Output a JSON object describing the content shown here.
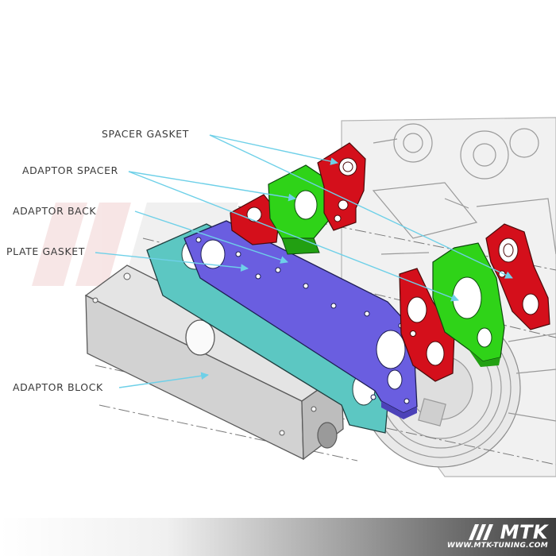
{
  "labels": {
    "spacer_gasket": "SPACER GASKET",
    "adaptor_spacer": "ADAPTOR SPACER",
    "adaptor_back": "ADAPTOR BACK",
    "plate_gasket": "PLATE GASKET",
    "adaptor_block": "ADAPTOR BLOCK"
  },
  "watermark": {
    "logo": "MTK",
    "url": "WWW.MTK-TUNING.COM"
  },
  "colors": {
    "spacer_gasket": "#d40f1b",
    "adaptor_spacer": "#2fd318",
    "adaptor_back": "#6a5ee0",
    "plate_gasket": "#5cc7c2",
    "adaptor_block": "#d2d2d2",
    "callout_line": "#6ed0e8",
    "engine_line": "#9a9a9a"
  },
  "icons": {
    "callout_arrow": "arrowhead-icon",
    "logo_stripes": "stripes-icon"
  }
}
